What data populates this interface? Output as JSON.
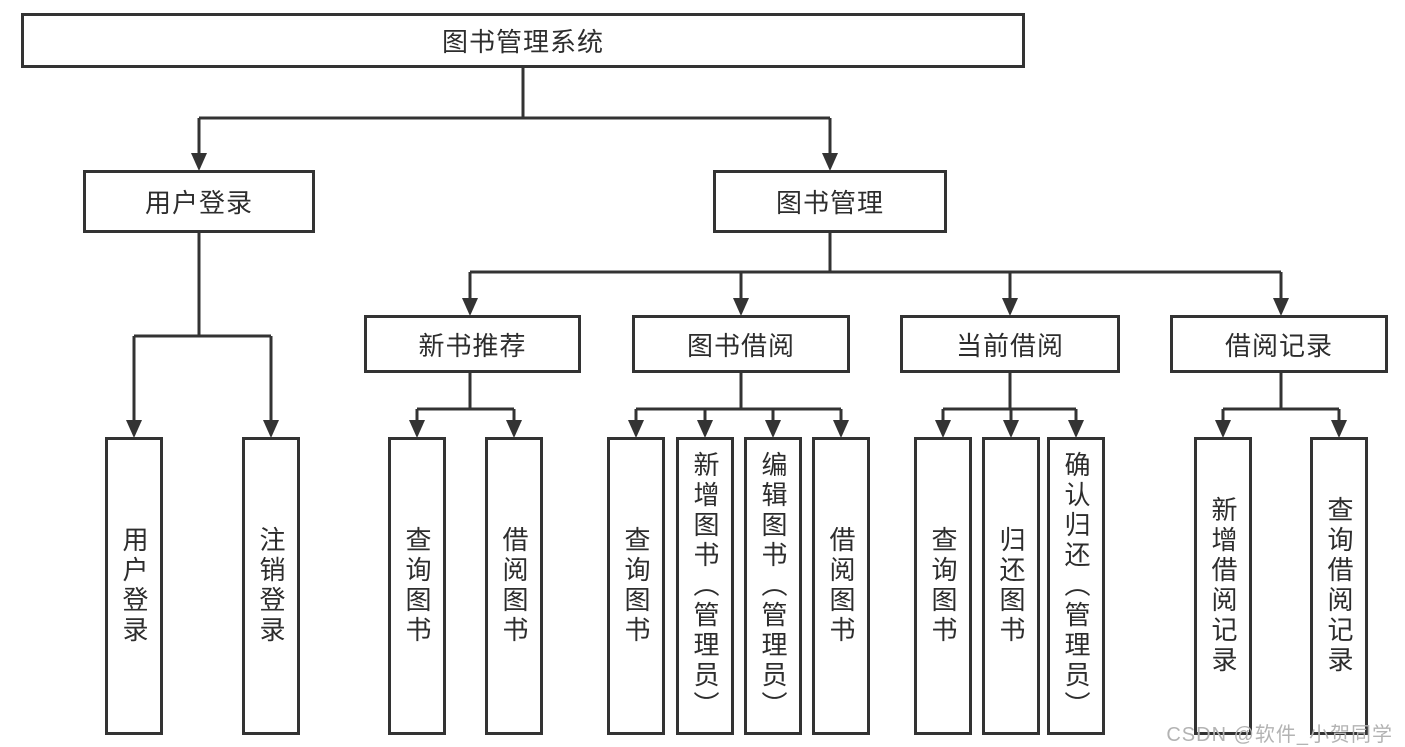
{
  "diagram": {
    "root": {
      "label": "图书管理系统"
    },
    "branches": [
      {
        "label": "用户登录",
        "children": [
          {
            "label": "用户登录"
          },
          {
            "label": "注销登录"
          }
        ]
      },
      {
        "label": "图书管理",
        "groups": [
          {
            "label": "新书推荐",
            "children": [
              {
                "label": "查询图书"
              },
              {
                "label": "借阅图书"
              }
            ]
          },
          {
            "label": "图书借阅",
            "children": [
              {
                "label": "查询图书"
              },
              {
                "label": "新增图书（管理员）"
              },
              {
                "label": "编辑图书（管理员）"
              },
              {
                "label": "借阅图书"
              }
            ]
          },
          {
            "label": "当前借阅",
            "children": [
              {
                "label": "查询图书"
              },
              {
                "label": "归还图书"
              },
              {
                "label": "确认归还（管理员）"
              }
            ]
          },
          {
            "label": "借阅记录",
            "children": [
              {
                "label": "新增借阅记录"
              },
              {
                "label": "查询借阅记录"
              }
            ]
          }
        ]
      }
    ],
    "style": {
      "line_color": "#333333",
      "text_color": "#2d2d2d",
      "background": "#ffffff"
    }
  },
  "watermark": {
    "text": "CSDN @软件_小贺同学",
    "color": "#b3b3b3"
  }
}
